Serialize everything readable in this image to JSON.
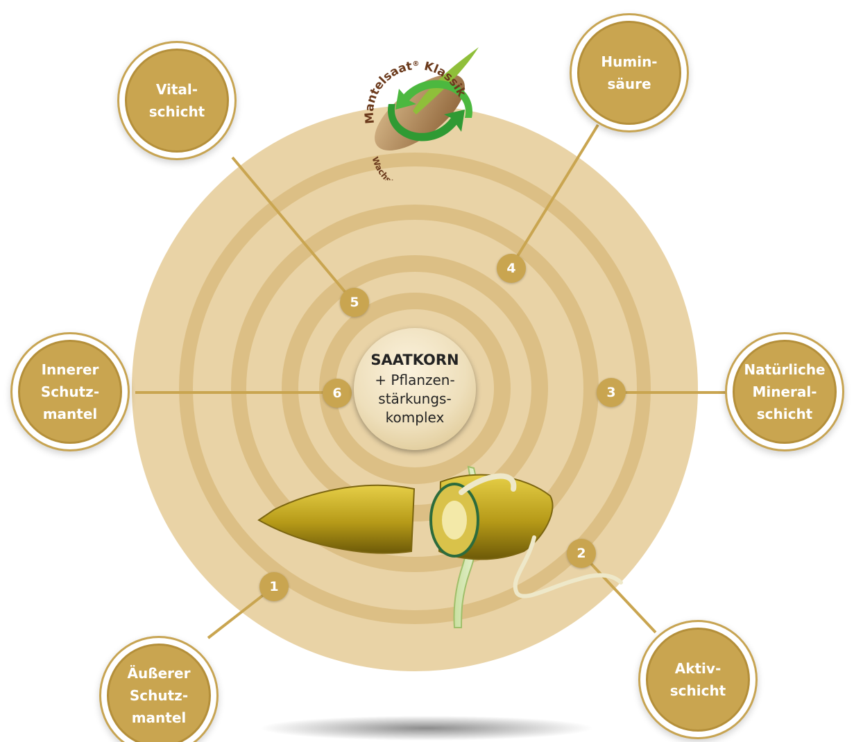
{
  "logo": {
    "brand": "Mantelsaat",
    "registered": "®",
    "product": "Klassik",
    "tagline": "Wachstumsfördernd"
  },
  "center": {
    "title": "SAATKORN",
    "lines": [
      "+ Pflanzen-",
      "stärkungs-",
      "komplex"
    ]
  },
  "layers": [
    {
      "number": "1",
      "label_lines": [
        "Äußerer",
        "Schutz-",
        "mantel"
      ]
    },
    {
      "number": "2",
      "label_lines": [
        "Aktiv-",
        "schicht"
      ]
    },
    {
      "number": "3",
      "label_lines": [
        "Natürliche",
        "Mineral-",
        "schicht"
      ]
    },
    {
      "number": "4",
      "label_lines": [
        "Humin-",
        "säure"
      ]
    },
    {
      "number": "5",
      "label_lines": [
        "Vital-",
        "schicht"
      ]
    },
    {
      "number": "6",
      "label_lines": [
        "Innerer",
        "Schutz-",
        "mantel"
      ]
    }
  ],
  "colors": {
    "ring_light": "#e9d3a6",
    "ring_dark": "#dcbf85",
    "gold": "#c9a550",
    "connector": "#c9a550",
    "logo_brown": "#6b3a1c",
    "arrow_green": "#2f9a33",
    "root_yellow": "#b69a18"
  }
}
